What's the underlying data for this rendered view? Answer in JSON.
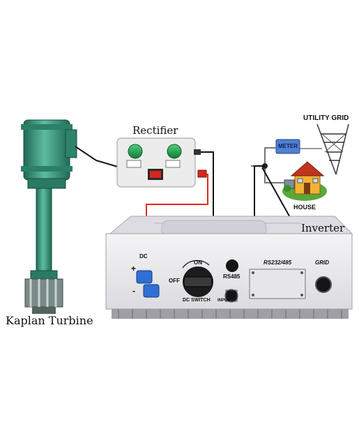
{
  "labels": {
    "rectifier": "Rectifier",
    "kaplan_turbine": "Kaplan Turbine",
    "inverter": "Inverter",
    "utility_grid": "UTILITY GRID",
    "meter": "METER",
    "house": "HOUSE"
  },
  "inverter_panel": {
    "dc": "DC",
    "plus": "+",
    "minus": "-",
    "on": "ON",
    "off": "OFF",
    "dc_switch": "DC SWITCH",
    "rs485": "RS485",
    "rs232_485": "RS232/485",
    "grid": "GRID",
    "input": "INPUT"
  },
  "colors": {
    "turbine_green": "#3f9d84",
    "turbine_dark": "#1f6a55",
    "positive_wire": "#e02a1a",
    "negative_wire": "#111111",
    "connector_blue": "#2f6fd6",
    "meter_blue": "#4f7fd0",
    "rectifier_button_green": "#1b9a4a",
    "rectifier_switch_red": "#d7261e",
    "inverter_body": "#e9e9ec"
  }
}
